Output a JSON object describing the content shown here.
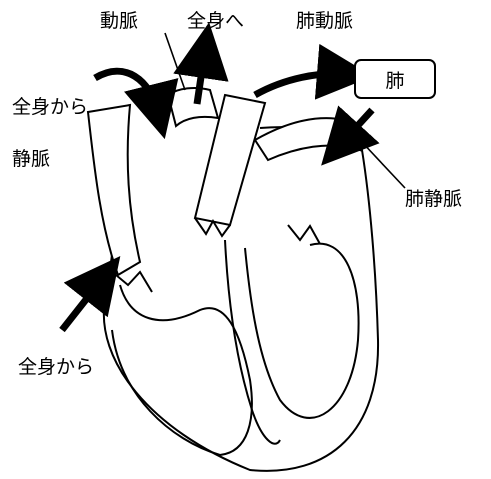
{
  "labels": {
    "artery": "動脈",
    "to_body": "全身へ",
    "pulmonary_artery": "肺動脈",
    "lung": "肺",
    "from_body_top": "全身から",
    "vein": "静脈",
    "pulmonary_vein": "肺静脈",
    "from_body_bottom": "全身から"
  }
}
